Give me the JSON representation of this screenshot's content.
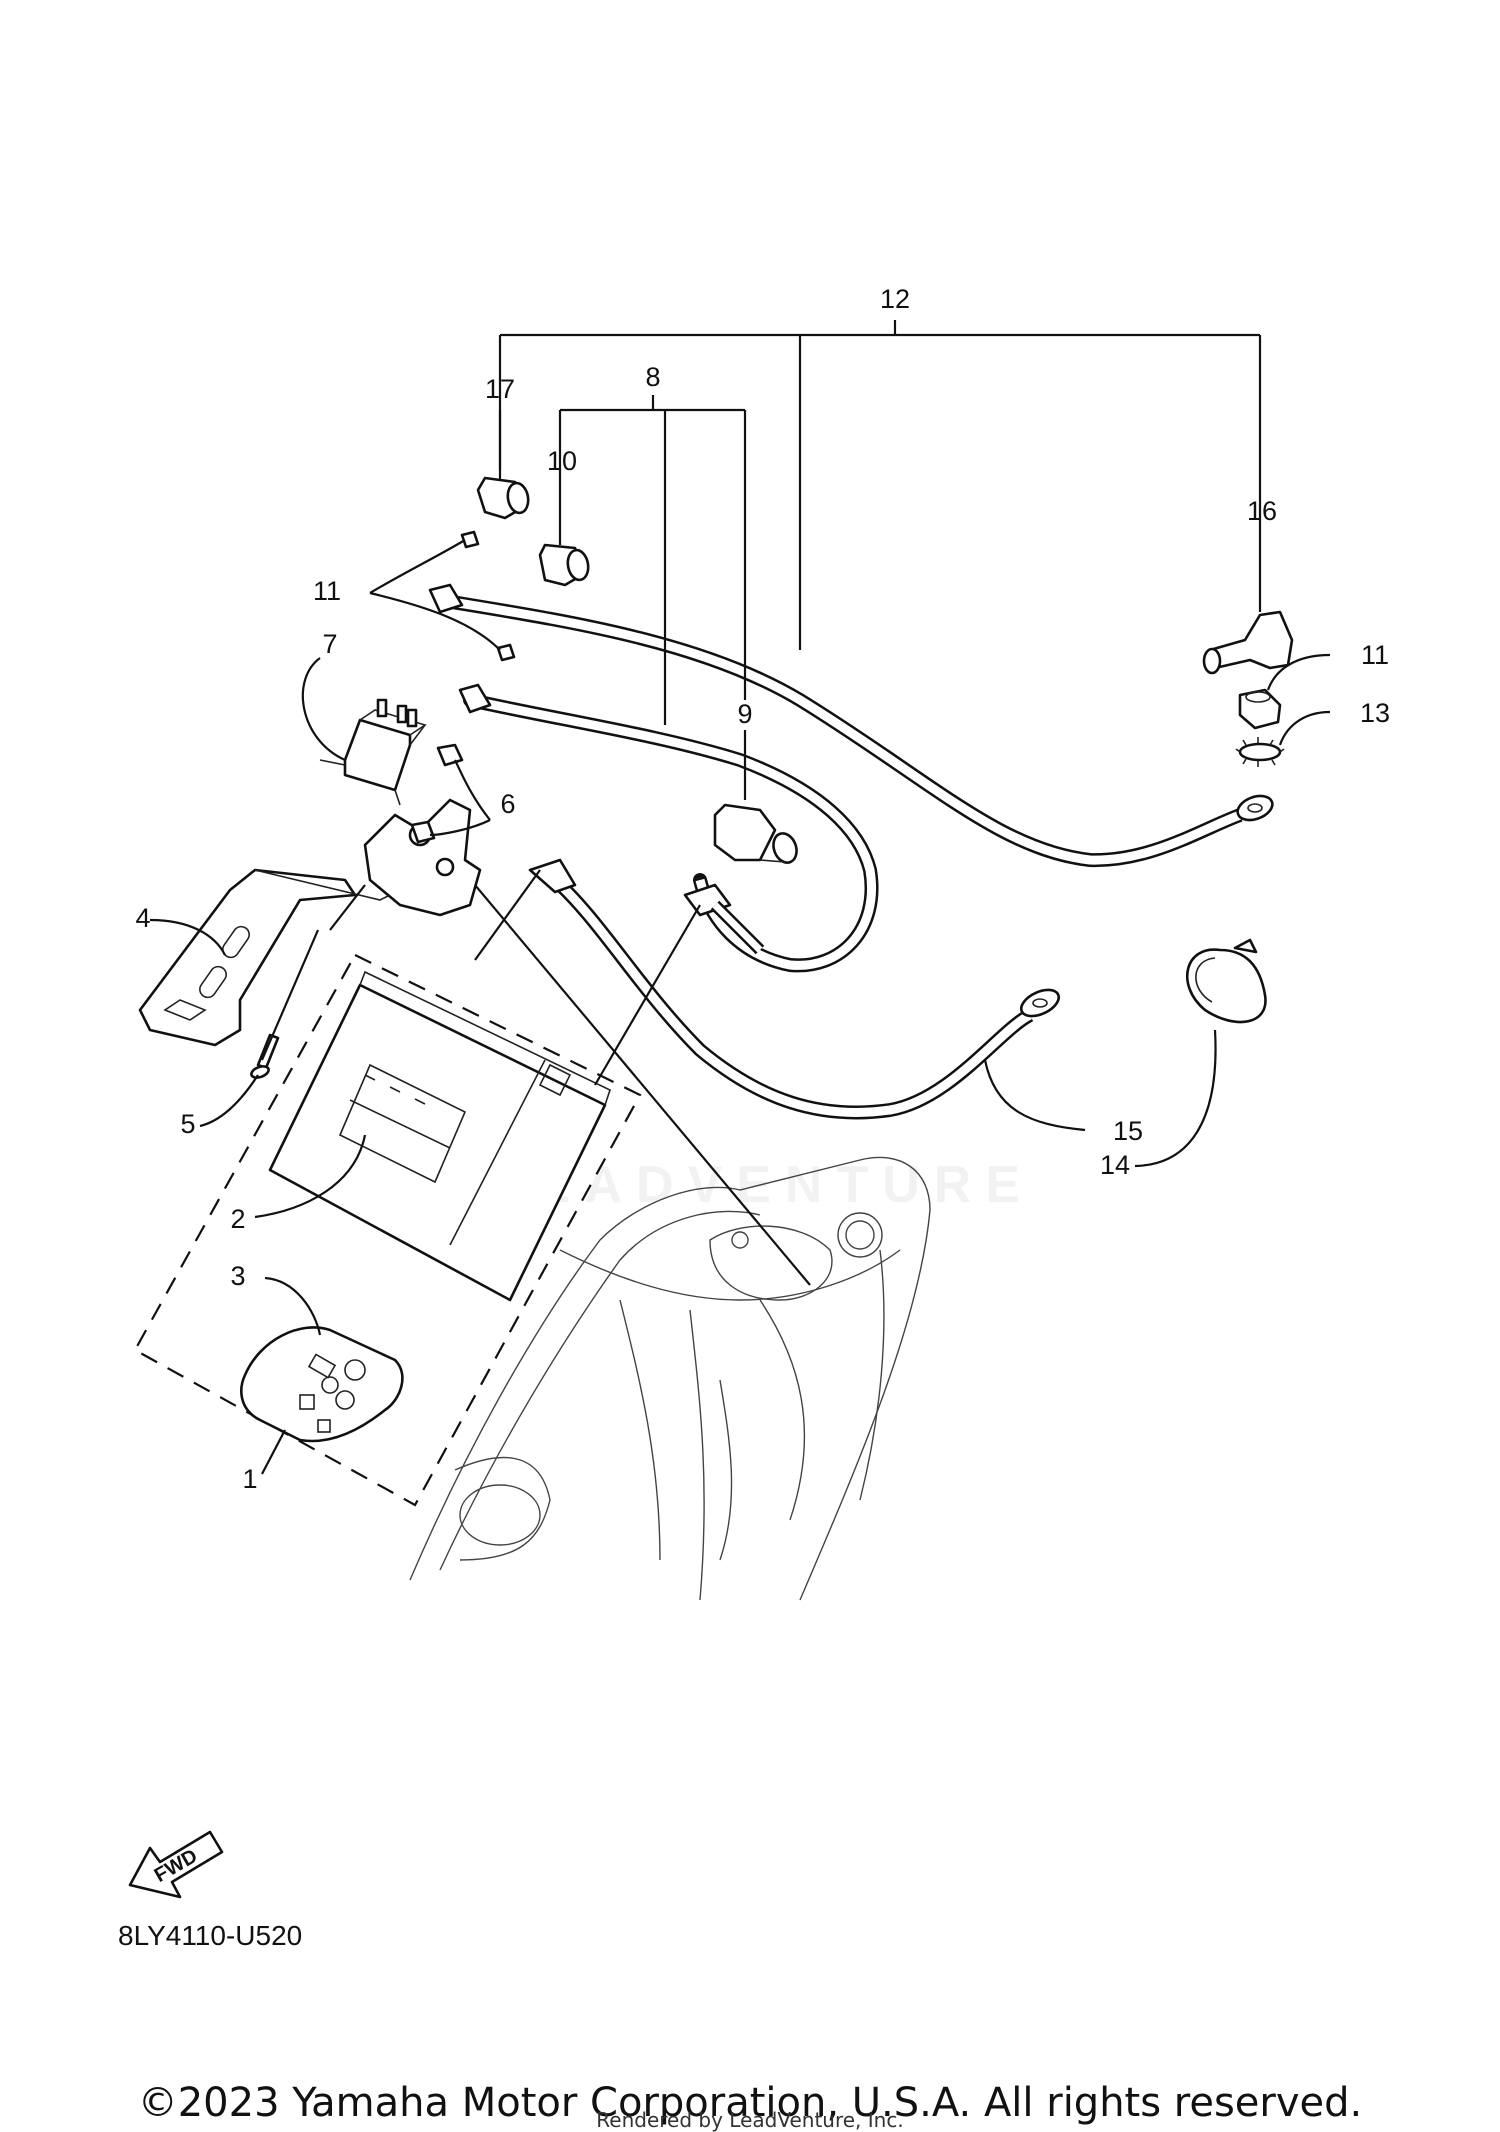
{
  "diagram": {
    "callouts": [
      {
        "id": "1",
        "label": "1"
      },
      {
        "id": "2",
        "label": "2"
      },
      {
        "id": "3",
        "label": "3"
      },
      {
        "id": "4",
        "label": "4"
      },
      {
        "id": "5",
        "label": "5"
      },
      {
        "id": "6",
        "label": "6"
      },
      {
        "id": "7",
        "label": "7"
      },
      {
        "id": "8",
        "label": "8"
      },
      {
        "id": "9",
        "label": "9"
      },
      {
        "id": "10",
        "label": "10"
      },
      {
        "id": "11a",
        "label": "11"
      },
      {
        "id": "11b",
        "label": "11"
      },
      {
        "id": "12",
        "label": "12"
      },
      {
        "id": "13",
        "label": "13"
      },
      {
        "id": "14",
        "label": "14"
      },
      {
        "id": "15",
        "label": "15"
      },
      {
        "id": "16",
        "label": "16"
      },
      {
        "id": "17",
        "label": "17"
      }
    ],
    "fwd_label": "FWD",
    "diagram_code": "8LY4110-U520",
    "watermark": "LEADVENTURE"
  },
  "footer": {
    "copyright": "©2023 Yamaha Motor Corporation, U.S.A. All rights reserved.",
    "rendered_by": "Rendered by LeadVenture, Inc."
  }
}
